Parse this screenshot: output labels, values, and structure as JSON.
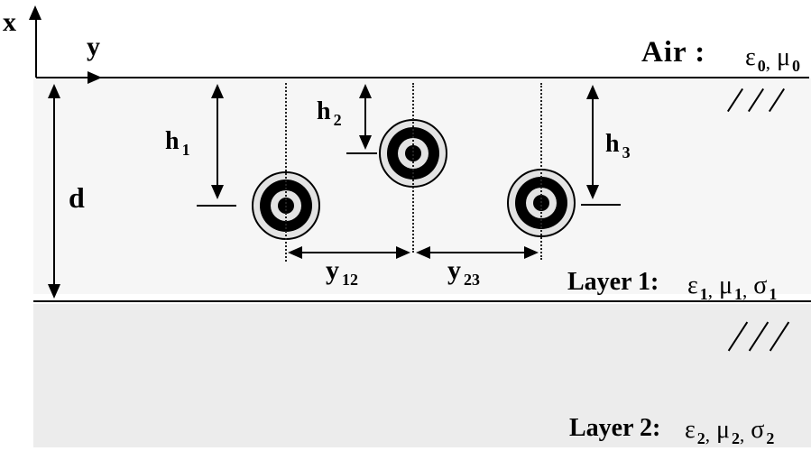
{
  "axes": {
    "x_label": "x",
    "y_label": "y"
  },
  "air": {
    "label": "Air :",
    "params": [
      {
        "sym": "ε",
        "sub": "0",
        "sep": ","
      },
      {
        "sym": "μ",
        "sub": "0",
        "sep": ""
      }
    ]
  },
  "layer1": {
    "label": "Layer 1:",
    "params": [
      {
        "sym": "ε",
        "sub": "1",
        "sep": ","
      },
      {
        "sym": "μ",
        "sub": "1",
        "sep": ","
      },
      {
        "sym": "σ",
        "sub": "1",
        "sep": ""
      }
    ]
  },
  "layer2": {
    "label": "Layer 2:",
    "params": [
      {
        "sym": "ε",
        "sub": "2",
        "sep": ","
      },
      {
        "sym": "μ",
        "sub": "2",
        "sep": ","
      },
      {
        "sym": "σ",
        "sub": "2",
        "sep": ""
      }
    ]
  },
  "dims": {
    "d": {
      "label": "d",
      "sub": ""
    },
    "h1": {
      "label": "h",
      "sub": "1"
    },
    "h2": {
      "label": "h",
      "sub": "2"
    },
    "h3": {
      "label": "h",
      "sub": "3"
    },
    "y12": {
      "label": "y",
      "sub": "12"
    },
    "y23": {
      "label": "y",
      "sub": "23"
    }
  },
  "cables": [
    {
      "name": "cable-1"
    },
    {
      "name": "cable-2"
    },
    {
      "name": "cable-3"
    }
  ],
  "colors": {
    "layer1_bg": "#f6f6f6",
    "layer2_bg": "#ececec",
    "cable_fill": "#e3e3e3",
    "line": "#000000"
  }
}
